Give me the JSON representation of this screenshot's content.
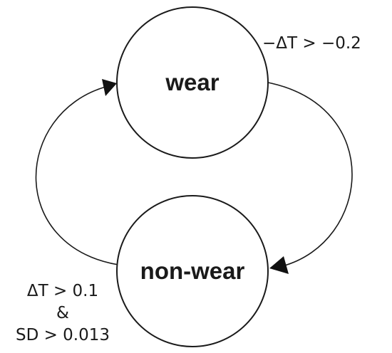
{
  "diagram": {
    "states": {
      "wear": "wear",
      "nonwear": "non-wear"
    },
    "transitions": {
      "wear_to_nonwear": {
        "condition": "−ΔT  > −0.2"
      },
      "nonwear_to_wear": {
        "condition_line1": "ΔT  > 0.1",
        "condition_line2": "&",
        "condition_line3": "SD > 0.013"
      }
    },
    "colors": {
      "stroke": "#1a1a1a",
      "background": "#ffffff"
    }
  }
}
